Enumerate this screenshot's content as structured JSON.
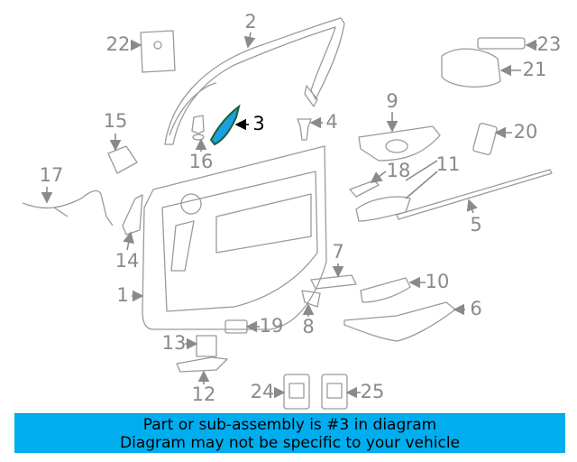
{
  "labels": {
    "l1": "1",
    "l2": "2",
    "l3": "3",
    "l4": "4",
    "l5": "5",
    "l6": "6",
    "l7": "7",
    "l8": "8",
    "l9": "9",
    "l10": "10",
    "l11": "11",
    "l12": "12",
    "l13": "13",
    "l14": "14",
    "l15": "15",
    "l16": "16",
    "l17": "17",
    "l18": "18",
    "l19": "19",
    "l20": "20",
    "l21": "21",
    "l22": "22",
    "l23": "23",
    "l24": "24",
    "l25": "25"
  },
  "highlight": {
    "part": "3",
    "color": "#1aa0e6",
    "outline": "#1f5f2f"
  },
  "banner": {
    "line1": "Part or sub-assembly is #3 in diagram",
    "line2": "Diagram may not be specific to your vehicle",
    "color": "#00aeef"
  }
}
